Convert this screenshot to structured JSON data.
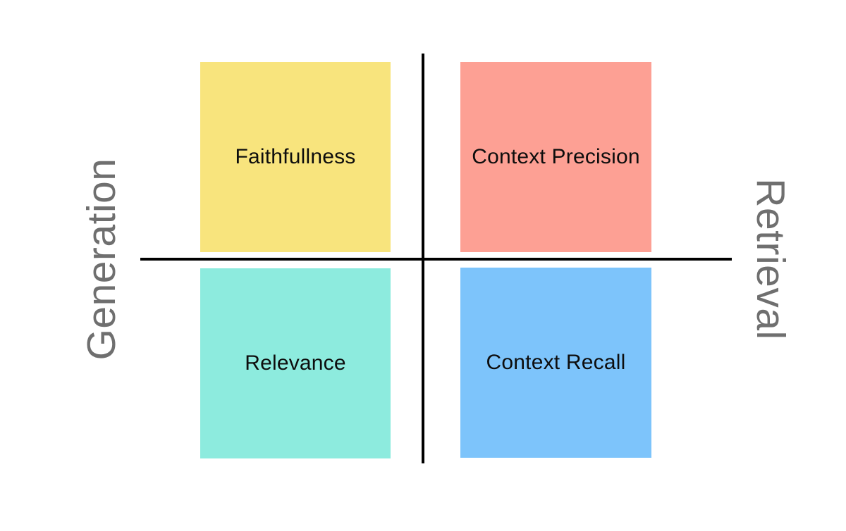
{
  "diagram": {
    "title_implicit": "RAG evaluation metrics quadrant",
    "quadrants": [
      {
        "position": "top-left",
        "label": "Faithfullness",
        "color": "#F8E47D"
      },
      {
        "position": "top-right",
        "label": "Context Precision",
        "color": "#FDA094"
      },
      {
        "position": "bottom-left",
        "label": "Relevance",
        "color": "#8DEBDE"
      },
      {
        "position": "bottom-right",
        "label": "Context Recall",
        "color": "#7DC4FB"
      }
    ],
    "axes": {
      "left_label": "Generation",
      "right_label": "Retrieval",
      "label_color": "#6F6F6F",
      "line_color": "#000000"
    }
  }
}
